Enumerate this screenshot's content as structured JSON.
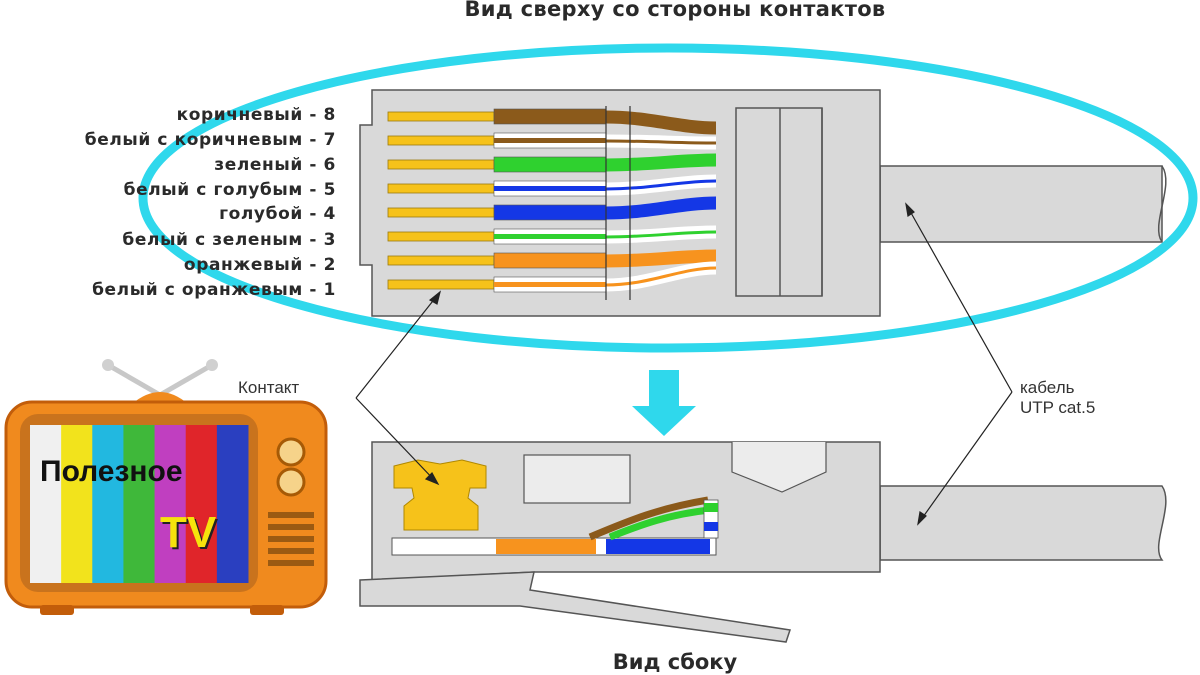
{
  "title_top": "Вид сверху со стороны контактов",
  "title_bottom": "Вид сбоку",
  "wires": [
    {
      "label": "коричневый - 8",
      "color": "#8b5a1b",
      "striped": false
    },
    {
      "label": "белый с коричневым - 7",
      "color": "#8b5a1b",
      "striped": true
    },
    {
      "label": "зеленый - 6",
      "color": "#2fd12f",
      "striped": false
    },
    {
      "label": "белый с голубым - 5",
      "color": "#1437e6",
      "striped": true
    },
    {
      "label": "голубой - 4",
      "color": "#1437e6",
      "striped": false
    },
    {
      "label": "белый с зеленым - 3",
      "color": "#2fd12f",
      "striped": true
    },
    {
      "label": "оранжевый - 2",
      "color": "#f7931e",
      "striped": false
    },
    {
      "label": "белый с оранжевым - 1",
      "color": "#f7931e",
      "striped": true
    }
  ],
  "callouts": {
    "contact": "Контакт",
    "cable_line1": "кабель",
    "cable_line2": "UTP cat.5"
  },
  "logo": {
    "line1": "Полезное",
    "line2": "TV",
    "bar_colors": [
      "#f0f0f0",
      "#f2e31c",
      "#22b8e0",
      "#3fb83a",
      "#c03fc0",
      "#e0252a",
      "#2a3fc0"
    ]
  },
  "colors": {
    "highlight_ring": "#2fd8ec",
    "connector_fill": "#d9d9d9",
    "contact_gold": "#f6c21a",
    "tv_body": "#f08a1e"
  }
}
